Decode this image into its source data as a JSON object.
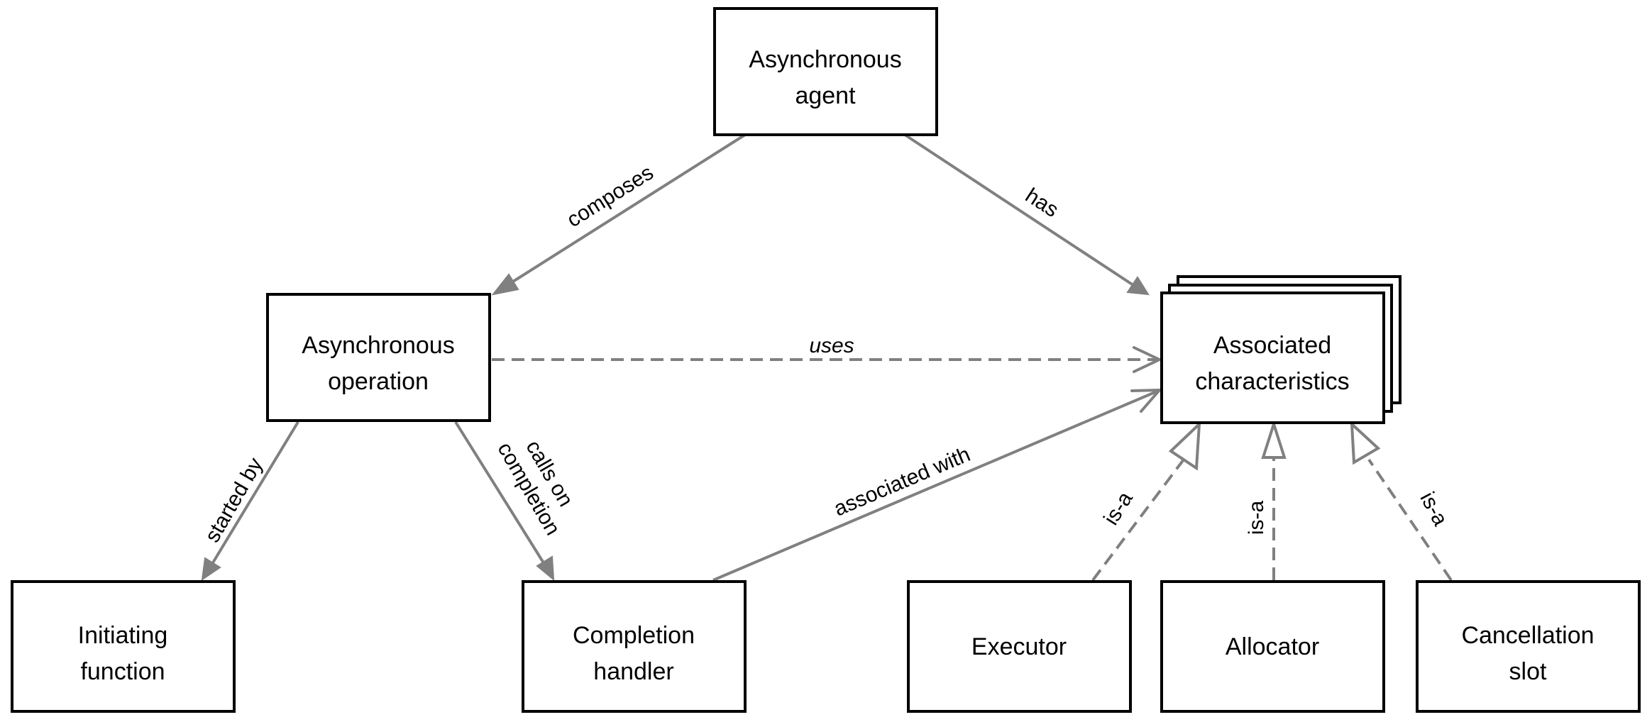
{
  "nodes": {
    "agent": {
      "line1": "Asynchronous",
      "line2": "agent"
    },
    "operation": {
      "line1": "Asynchronous",
      "line2": "operation"
    },
    "characteristics": {
      "line1": "Associated",
      "line2": "characteristics"
    },
    "initiating": {
      "line1": "Initiating",
      "line2": "function"
    },
    "completion": {
      "line1": "Completion",
      "line2": "handler"
    },
    "executor": {
      "line1": "Executor"
    },
    "allocator": {
      "line1": "Allocator"
    },
    "cancellation": {
      "line1": "Cancellation",
      "line2": "slot"
    }
  },
  "edges": {
    "composes": {
      "label": "composes"
    },
    "has": {
      "label": "has"
    },
    "uses": {
      "label": "uses"
    },
    "started_by": {
      "label": "started by"
    },
    "calls_on_completion": {
      "line1": "calls on",
      "line2": "completion"
    },
    "associated_with": {
      "label": "associated with"
    },
    "is_a_executor": {
      "label": "is-a"
    },
    "is_a_allocator": {
      "label": "is-a"
    },
    "is_a_cancellation": {
      "label": "is-a"
    }
  },
  "colors": {
    "box_stroke": "#000000",
    "edge_stroke": "#808080"
  }
}
